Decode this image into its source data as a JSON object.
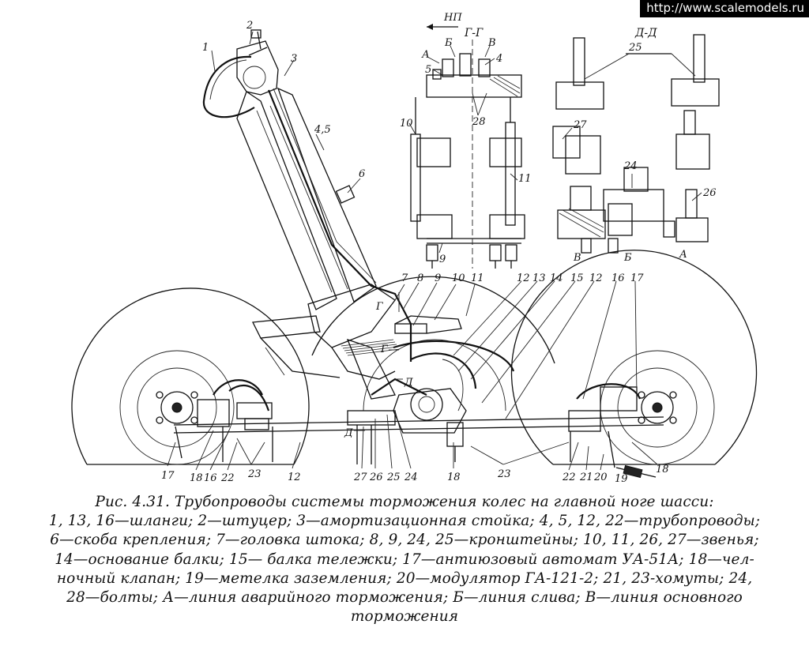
{
  "watermark": "http://www.scalemodels.ru",
  "direction_label": "НП",
  "sections": {
    "gg": "Г-Г",
    "dd": "Д-Д"
  },
  "callouts_gg": {
    "A": "А",
    "B": "Б",
    "V": "В",
    "n5": "5",
    "n4": "4",
    "n28": "28",
    "n10": "10",
    "n11": "11",
    "n9": "9"
  },
  "callouts_dd": {
    "n25": "25",
    "n27": "27",
    "n24": "24",
    "n26": "26",
    "V": "В",
    "B": "Б",
    "A": "А"
  },
  "callouts_main": {
    "n1": "1",
    "n2": "2",
    "n3": "3",
    "n45": "4,5",
    "n6": "6",
    "n7": "7",
    "n8": "8",
    "n9": "9",
    "n10": "10",
    "n11": "11",
    "n12a": "12",
    "n13": "13",
    "n14": "14",
    "n15": "15",
    "n12b": "12",
    "n16a": "16",
    "n17a": "17",
    "G1": "Г",
    "G2": "Г",
    "D1": "Д",
    "D2": "Д",
    "b17": "17",
    "b18": "18",
    "b16": "16",
    "b22": "22",
    "b23": "23",
    "b12": "12",
    "b27": "27",
    "b26": "26",
    "b25": "25",
    "b24": "24",
    "b18b": "18",
    "b23b": "23",
    "b22b": "22",
    "b21": "21",
    "b20": "20",
    "b19": "19",
    "b18c": "18"
  },
  "caption": [
    "Рис. 4.31. Трубопроводы системы торможения колес на главной ноге шасси:",
    "1, 13, 16—шланги; 2—штуцер; 3—амортизационная стойка; 4, 5, 12, 22—трубопроводы;",
    "6—скоба крепления; 7—головка штока; 8, 9, 24, 25—кронштейны; 10, 11, 26, 27—звенья;",
    "14—основание балки; 15— балка тележки; 17—антиюзовый автомат УА-51А; 18—чел-",
    "ночный клапан; 19—метелка заземления; 20—модулятор ГА-121-2; 21, 23-хомуты; 24,",
    "28—болты; А—линия аварийного торможения; Б—линия слива; В—линия основного",
    "торможения"
  ]
}
